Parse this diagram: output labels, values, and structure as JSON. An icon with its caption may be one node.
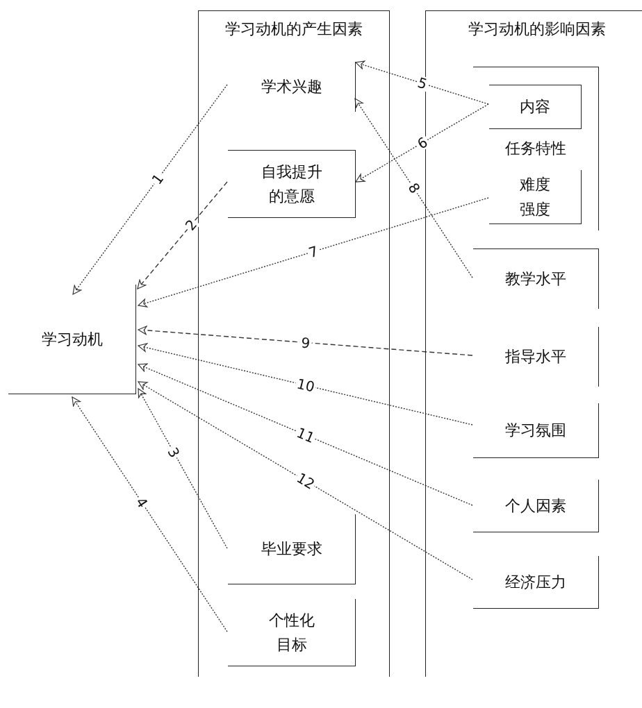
{
  "diagram": {
    "nodes": [
      {
        "text": [
          "学习动机的产生因素"
        ]
      },
      {
        "text": [
          "学习动机的影响因素"
        ]
      },
      {
        "text": [
          "学术兴趣"
        ],
        "in": 0
      },
      {
        "text": [
          "自我提升的意愿"
        ],
        "in": 0
      },
      {
        "text": [
          "毕业要求"
        ],
        "in": 0
      },
      {
        "text": [
          "个性化目标"
        ],
        "in": 0
      },
      {
        "text": [
          "任务特性"
        ],
        "in": 1
      },
      {
        "text": [
          "内容"
        ],
        "in": 6
      },
      {
        "text": [
          "难度",
          "强度"
        ],
        "in": 6
      },
      {
        "text": [
          "教学水平"
        ],
        "in": 1
      },
      {
        "text": [
          "指导水平"
        ],
        "in": 1
      },
      {
        "text": [
          "学习氛围"
        ],
        "in": 1
      },
      {
        "text": [
          "个人因素"
        ],
        "in": 1
      },
      {
        "text": [
          "经济压力"
        ],
        "in": 1
      },
      {
        "text": [
          "学习动机"
        ]
      }
    ],
    "edges": [
      {
        "from": 2,
        "to": 14,
        "arrow": "to",
        "label": "1"
      },
      {
        "from": 3,
        "to": 14,
        "arrow": "to",
        "label": "2",
        "style": "dashed"
      },
      {
        "from": 4,
        "to": 14,
        "arrow": "to",
        "label": "3"
      },
      {
        "from": 5,
        "to": 14,
        "arrow": "to",
        "label": "4"
      },
      {
        "from": 7,
        "to": 2,
        "arrow": "to",
        "label": "5"
      },
      {
        "from": 7,
        "to": 3,
        "arrow": "to",
        "label": "6"
      },
      {
        "from": 8,
        "to": 14,
        "arrow": "to",
        "label": "7"
      },
      {
        "from": 9,
        "to": 2,
        "arrow": "to",
        "label": "8"
      },
      {
        "from": 10,
        "to": 14,
        "arrow": "to",
        "label": "9",
        "style": "dashed"
      },
      {
        "from": 11,
        "to": 14,
        "arrow": "to",
        "label": "10"
      },
      {
        "from": 12,
        "to": 14,
        "arrow": "to",
        "label": "11"
      },
      {
        "from": 13,
        "to": 14,
        "arrow": "to",
        "label": "12"
      }
    ]
  }
}
